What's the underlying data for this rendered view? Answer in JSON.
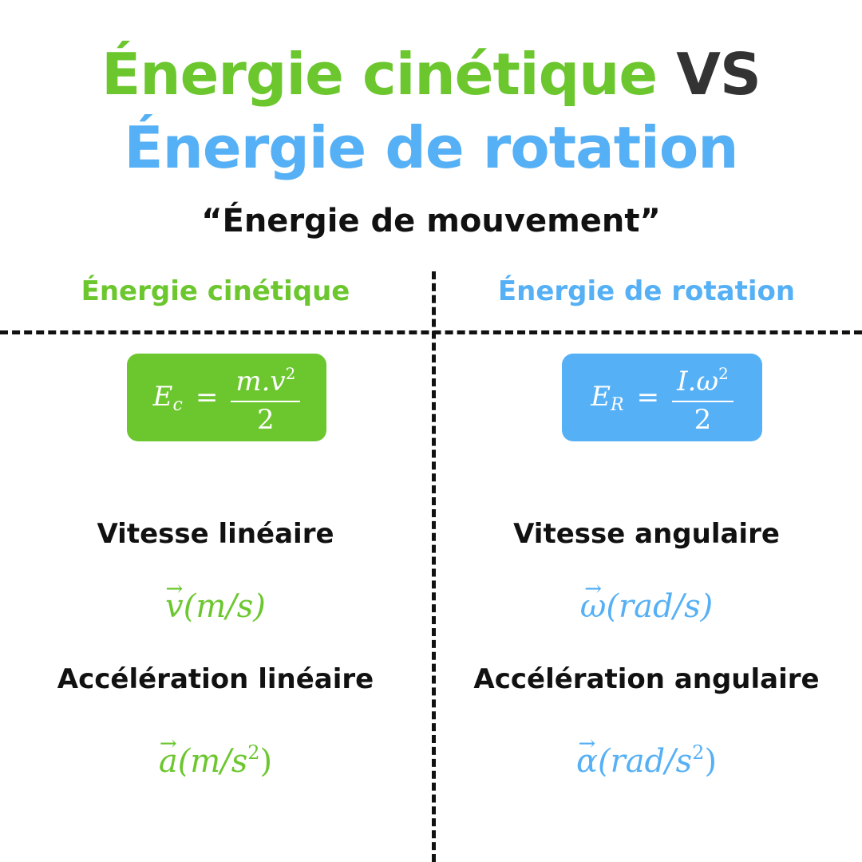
{
  "colors": {
    "green": "#6cc72f",
    "blue": "#56b0f5",
    "dark": "#333333",
    "black": "#111111"
  },
  "title": {
    "part1": "Énergie cinétique",
    "vs": "VS",
    "line2": "Énergie de rotation",
    "subtitle": "“Énergie de mouvement”"
  },
  "columns": {
    "left": {
      "header": "Énergie cinétique",
      "formula": {
        "lhs": "E",
        "lhs_sub": "c",
        "eq": "=",
        "numerator": "m.v",
        "num_sup": "2",
        "denominator": "2"
      },
      "speed_label": "Vitesse linéaire",
      "speed_symbol": "v",
      "speed_unit": "(m/s)",
      "accel_label": "Accélération linéaire",
      "accel_symbol": "a",
      "accel_unit": "(m/s",
      "accel_sup": "2",
      "accel_close": ")"
    },
    "right": {
      "header": "Énergie de rotation",
      "formula": {
        "lhs": "E",
        "lhs_sub": "R",
        "eq": "=",
        "numerator": "I.ω",
        "num_sup": "2",
        "denominator": "2"
      },
      "speed_label": "Vitesse angulaire",
      "speed_symbol": "ω",
      "speed_unit": "(rad/s)",
      "accel_label": "Accélération angulaire",
      "accel_symbol": "α",
      "accel_unit": "(rad/s",
      "accel_sup": "2",
      "accel_close": ")"
    }
  }
}
